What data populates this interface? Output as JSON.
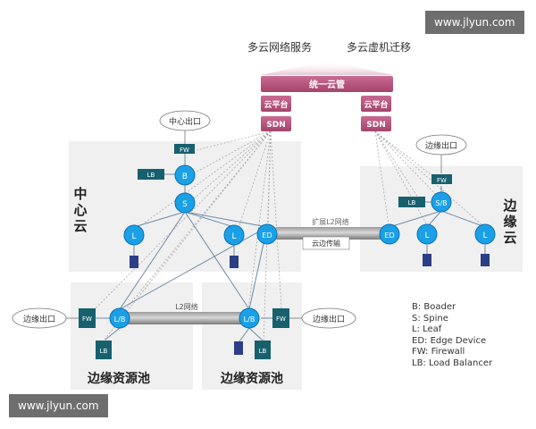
{
  "watermark": "www.jlyun.com",
  "header": {
    "left_service": "多云网络服务",
    "right_service": "多云虚机迁移"
  },
  "management": {
    "unified": "统一云管",
    "platform": "云平台",
    "sdn": "SDN"
  },
  "regions": {
    "center": "中心云",
    "edge": "边缘云",
    "pool": "边缘资源池"
  },
  "labels": {
    "center_exit": "中心出口",
    "edge_exit": "边缘出口",
    "extend_l2": "扩展L2网络",
    "cloud_edge": "云边传输",
    "l2": "L2网络"
  },
  "nodes": {
    "fw": "FW",
    "lb": "LB",
    "b": "B",
    "s": "S",
    "l": "L",
    "ed": "ED",
    "sb": "S/B",
    "lb_leaf": "L/B"
  },
  "legend": [
    "B:  Boader",
    "S:  Spine",
    "L:  Leaf",
    "ED:  Edge Device",
    "FW:  Firewall",
    "LB:  Load Balancer"
  ],
  "colors": {
    "node": "#1aa0e6",
    "node_stroke": "#0b6fb3",
    "teal": "#17606e",
    "mgmt": "#b5527a",
    "server": "#2c3e86",
    "region_bg": "#f0f0f0"
  }
}
